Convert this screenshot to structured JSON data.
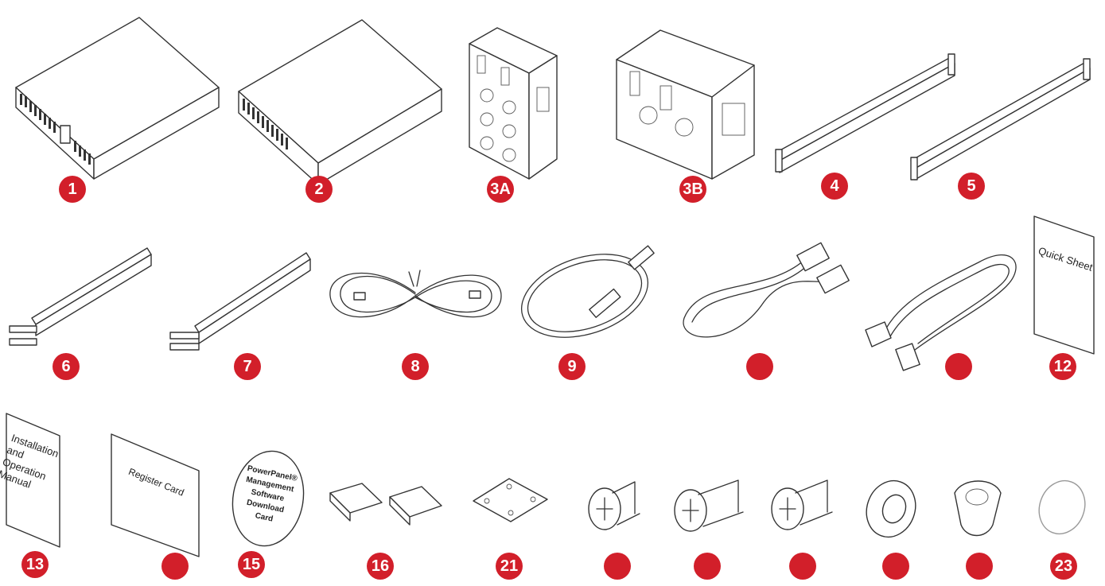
{
  "colors": {
    "badge": "#d21f2a",
    "line": "#333333",
    "background": "#ffffff"
  },
  "items": [
    {
      "id": "ups-unit",
      "label": "1"
    },
    {
      "id": "battery-pack",
      "label": "2"
    },
    {
      "id": "pdu-3a",
      "label": "3A"
    },
    {
      "id": "pdu-3b",
      "label": "3B"
    },
    {
      "id": "rail-long-a",
      "label": "4"
    },
    {
      "id": "rail-long-b",
      "label": "5"
    },
    {
      "id": "rail-short-a",
      "label": "6"
    },
    {
      "id": "rail-short-b",
      "label": "7"
    },
    {
      "id": "phone-cable",
      "label": "8"
    },
    {
      "id": "usb-cable",
      "label": "9"
    },
    {
      "id": "serial-cable",
      "label": ""
    },
    {
      "id": "power-cord",
      "label": ""
    },
    {
      "id": "quick-sheet",
      "label": "12"
    },
    {
      "id": "manual",
      "label": "13"
    },
    {
      "id": "register-card",
      "label": ""
    },
    {
      "id": "software-card",
      "label": "15"
    },
    {
      "id": "brackets",
      "label": "16"
    },
    {
      "id": "plate",
      "label": "21"
    },
    {
      "id": "screw-a",
      "label": ""
    },
    {
      "id": "screw-b",
      "label": ""
    },
    {
      "id": "screw-c",
      "label": ""
    },
    {
      "id": "washer",
      "label": ""
    },
    {
      "id": "cable-grommet",
      "label": ""
    },
    {
      "id": "cap",
      "label": "23"
    }
  ],
  "documents": {
    "quick_sheet": "Quick Sheet",
    "manual_lines": [
      "Installation",
      "and",
      "Operation",
      "Manual"
    ],
    "register_card": "Register Card",
    "software_card_lines": [
      "PowerPanel®",
      "Management",
      "Software",
      "Download",
      "Card"
    ]
  }
}
